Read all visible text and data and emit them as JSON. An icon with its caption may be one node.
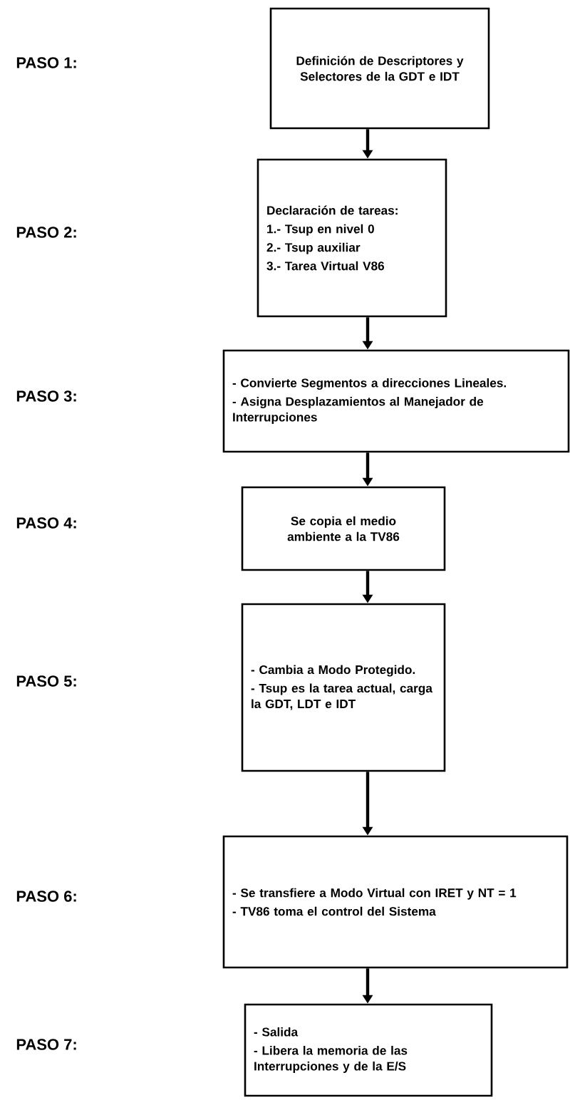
{
  "diagram": {
    "nodes": [
      {
        "text": [
          "Definición de Descriptores y Selectores de la GDT e IDT"
        ]
      },
      {
        "text": [
          "Declaración de tareas:",
          "1.- Tsup en nivel 0",
          "2.- Tsup auxiliar",
          "3.- Tarea Virtual V86"
        ]
      },
      {
        "text": [
          "- Convierte Segmentos a direcciones Lineales.",
          "- Asigna Desplazamientos al Manejador de Interrupciones"
        ]
      },
      {
        "text": [
          "Se copia el medio ambiente a la TV86"
        ]
      },
      {
        "text": [
          "- Cambia a Modo Protegido.",
          "- Tsup es la tarea actual, carga la GDT, LDT e IDT"
        ]
      },
      {
        "text": [
          "- Se transfiere a Modo Virtual con IRET y NT = 1",
          "- TV86 toma el control del Sistema"
        ]
      },
      {
        "text": [
          "- Salida",
          "- Libera la memoria de las Interrupciones y de la E/S"
        ]
      }
    ],
    "edges": [
      {
        "from": 0,
        "to": 1,
        "arrow": "to"
      },
      {
        "from": 1,
        "to": 2,
        "arrow": "to"
      },
      {
        "from": 2,
        "to": 3,
        "arrow": "to"
      },
      {
        "from": 3,
        "to": 4,
        "arrow": "to"
      },
      {
        "from": 4,
        "to": 5,
        "arrow": "to"
      },
      {
        "from": 5,
        "to": 6,
        "arrow": "to"
      }
    ],
    "labels": [
      "PASO 1:",
      "PASO 2:",
      "PASO 3:",
      "PASO 4:",
      "PASO 5:",
      "PASO 6:",
      "PASO 7:"
    ]
  }
}
